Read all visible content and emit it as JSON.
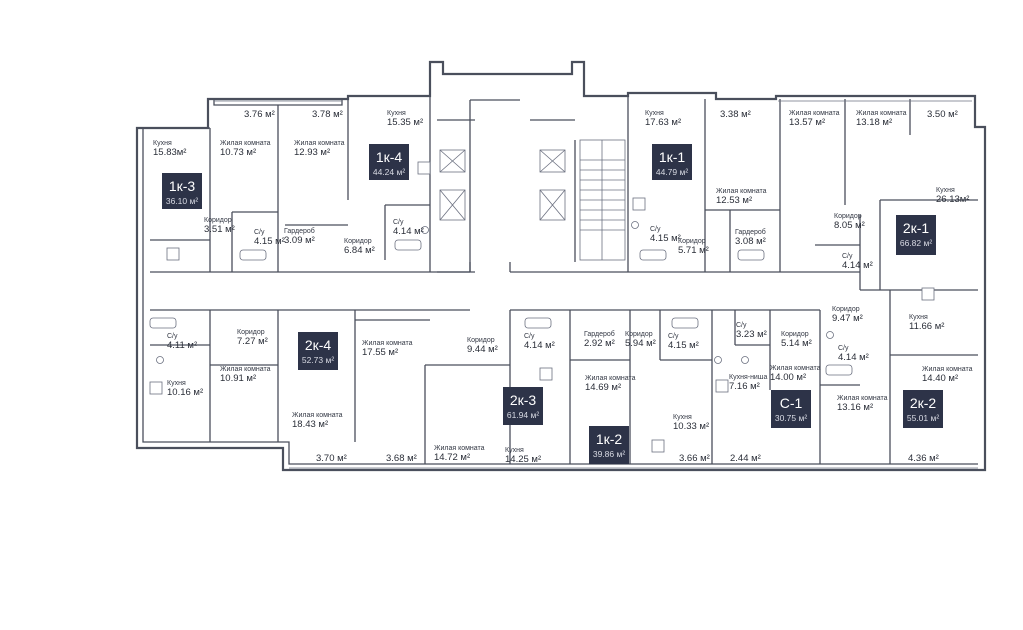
{
  "apartments": [
    {
      "code": "1к-3",
      "area": "36.10 м²"
    },
    {
      "code": "1к-4",
      "area": "44.24 м²"
    },
    {
      "code": "1к-1",
      "area": "44.79 м²"
    },
    {
      "code": "2к-1",
      "area": "66.82 м²"
    },
    {
      "code": "2к-4",
      "area": "52.73 м²"
    },
    {
      "code": "2к-3",
      "area": "61.94 м²"
    },
    {
      "code": "1к-2",
      "area": "39.86 м²"
    },
    {
      "code": "С-1",
      "area": "30.75 м²"
    },
    {
      "code": "2к-2",
      "area": "55.01 м²"
    }
  ],
  "rooms": [
    {
      "name": "Кухня",
      "area": "15.83м²"
    },
    {
      "name": "Жилая комната",
      "area": "10.73 м²"
    },
    {
      "name": "",
      "area": "3.76 м²"
    },
    {
      "name": "",
      "area": "3.78 м²"
    },
    {
      "name": "Жилая комната",
      "area": "12.93 м²"
    },
    {
      "name": "Кухня",
      "area": "15.35 м²"
    },
    {
      "name": "Коридор",
      "area": "3.51 м²"
    },
    {
      "name": "С/у",
      "area": "4.15 м²"
    },
    {
      "name": "Гардероб",
      "area": "3.09 м²"
    },
    {
      "name": "Коридор",
      "area": "6.84 м²"
    },
    {
      "name": "С/у",
      "area": "4.14 м²"
    },
    {
      "name": "Кухня",
      "area": "17.63 м²"
    },
    {
      "name": "",
      "area": "3.38 м²"
    },
    {
      "name": "Жилая комната",
      "area": "13.57 м²"
    },
    {
      "name": "Жилая комната",
      "area": "13.18 м²"
    },
    {
      "name": "",
      "area": "3.50 м²"
    },
    {
      "name": "Кухня",
      "area": "26.13м²"
    },
    {
      "name": "Жилая комната",
      "area": "12.53 м²"
    },
    {
      "name": "Коридор",
      "area": "8.05 м²"
    },
    {
      "name": "С/у",
      "area": "4.15 м²"
    },
    {
      "name": "Коридор",
      "area": "5.71 м²"
    },
    {
      "name": "Гардероб",
      "area": "3.08 м²"
    },
    {
      "name": "С/у",
      "area": "4.14 м²"
    },
    {
      "name": "С/у",
      "area": "4.11 м²"
    },
    {
      "name": "Коридор",
      "area": "7.27 м²"
    },
    {
      "name": "Жилая комната",
      "area": "17.55 м²"
    },
    {
      "name": "Коридор",
      "area": "9.44 м²"
    },
    {
      "name": "С/у",
      "area": "4.14 м²"
    },
    {
      "name": "Гардероб",
      "area": "2.92 м²"
    },
    {
      "name": "Коридор",
      "area": "5.94 м²"
    },
    {
      "name": "С/у",
      "area": "4.15 м²"
    },
    {
      "name": "С/у",
      "area": "3.23 м²"
    },
    {
      "name": "Коридор",
      "area": "5.14 м²"
    },
    {
      "name": "Коридор",
      "area": "9.47 м²"
    },
    {
      "name": "Кухня",
      "area": "11.66 м²"
    },
    {
      "name": "С/у",
      "area": "4.14 м²"
    },
    {
      "name": "Жилая комната",
      "area": "10.91 м²"
    },
    {
      "name": "Кухня",
      "area": "10.16 м²"
    },
    {
      "name": "Жилая комната",
      "area": "18.43 м²"
    },
    {
      "name": "Жилая комната",
      "area": "14.69 м²"
    },
    {
      "name": "Кухня-ниша",
      "area": "7.16 м²"
    },
    {
      "name": "Жилая комната",
      "area": "14.00 м²"
    },
    {
      "name": "Жилая комната",
      "area": "14.40 м²"
    },
    {
      "name": "Жилая комната",
      "area": "13.16 м²"
    },
    {
      "name": "Кухня",
      "area": "10.33 м²"
    },
    {
      "name": "Жилая комната",
      "area": "14.72 м²"
    },
    {
      "name": "Кухня",
      "area": "14.25 м²"
    },
    {
      "name": "",
      "area": "3.70 м²"
    },
    {
      "name": "",
      "area": "3.68 м²"
    },
    {
      "name": "",
      "area": "3.66 м²"
    },
    {
      "name": "",
      "area": "2.44 м²"
    },
    {
      "name": "",
      "area": "4.36 м²"
    }
  ]
}
